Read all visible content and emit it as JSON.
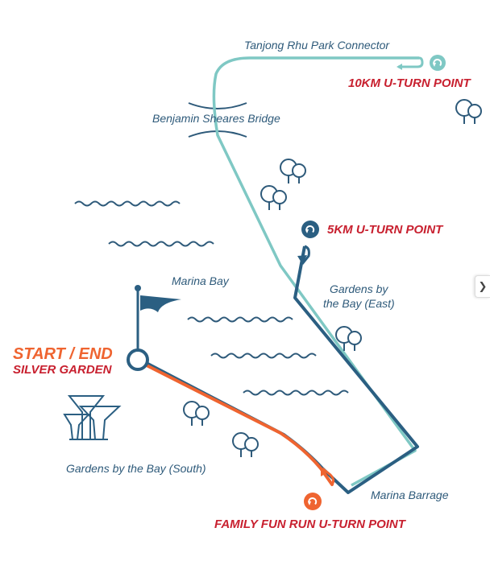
{
  "labels": {
    "park_connector": "Tanjong Rhu Park Connector",
    "bridge": "Benjamin Sheares Bridge",
    "marina_bay": "Marina Bay",
    "gardens_east_1": "Gardens by",
    "gardens_east_2": "the Bay (East)",
    "gardens_south": "Gardens by the Bay (South)",
    "marina_barrage": "Marina Barrage"
  },
  "points": {
    "ten_km": "10KM U-TURN POINT",
    "five_km": "5KM U-TURN POINT",
    "start_end": "START / END",
    "silver_garden": "SILVER GARDEN",
    "family_fun": "FAMILY FUN RUN U-TURN POINT"
  },
  "colors": {
    "route_10km": "#7fc8c4",
    "route_5km": "#2b5f82",
    "route_family": "#ef6430",
    "uturn_label": "#c8202f",
    "start_label": "#ef6430",
    "text": "#2e5a7a"
  },
  "icons": [
    "tree-icon",
    "wave-icon",
    "flag-icon",
    "supertree-icon",
    "uturn-icon",
    "chevron-right-icon"
  ]
}
